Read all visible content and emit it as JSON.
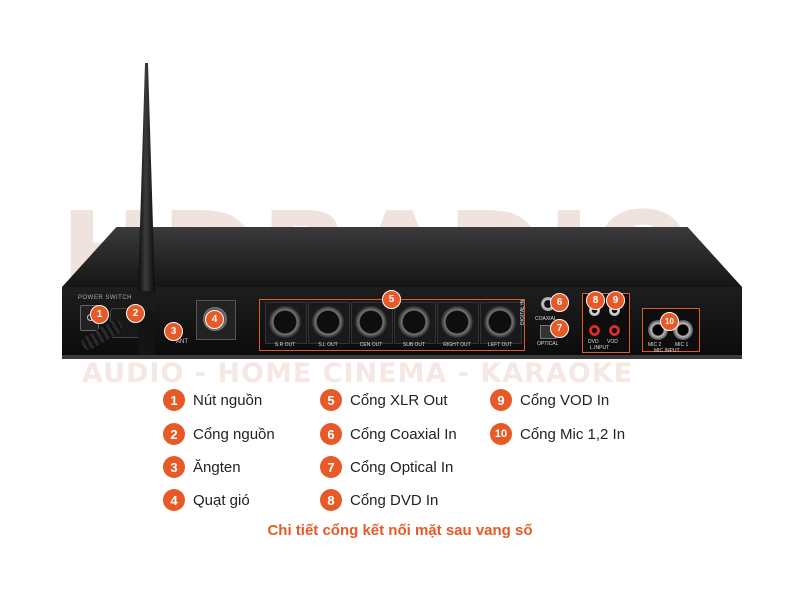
{
  "watermark": {
    "brand": "HDRADIO",
    "tagline": "AUDIO - HOME CINEMA - KARAOKE"
  },
  "device": {
    "power_switch_label": "POWER SWITCH",
    "antenna_label": "ANT",
    "xlr_outputs": [
      "S.R OUT",
      "S.L OUT",
      "CEN OUT",
      "SUB OUT",
      "RIGHT OUT",
      "LEFT OUT"
    ],
    "digital_in_label": "DIGITAL IN",
    "coaxial_label": "COAXIAL",
    "optical_label": "OPTICAL",
    "dvd_label": "DVD",
    "vod_label": "VOD",
    "line_input_label": "L.INPUT",
    "mic_labels": [
      "MIC 2",
      "MIC 1"
    ],
    "mic_input_label": "MIC INPUT"
  },
  "markers": [
    "1",
    "2",
    "3",
    "4",
    "5",
    "6",
    "7",
    "8",
    "9",
    "10"
  ],
  "legend": [
    {
      "num": "1",
      "label": "Nút nguồn"
    },
    {
      "num": "2",
      "label": "Cổng nguồn"
    },
    {
      "num": "3",
      "label": "Ăngten"
    },
    {
      "num": "4",
      "label": "Quạt gió"
    },
    {
      "num": "5",
      "label": "Cổng XLR Out"
    },
    {
      "num": "6",
      "label": "Cổng Coaxial In"
    },
    {
      "num": "7",
      "label": "Cổng Optical In"
    },
    {
      "num": "8",
      "label": "Cổng DVD In"
    },
    {
      "num": "9",
      "label": "Cổng VOD In"
    },
    {
      "num": "10",
      "label": "Cổng Mic 1,2 In"
    }
  ],
  "caption": "Chi tiết cổng kết nối mặt sau vang số",
  "colors": {
    "accent": "#e75a27",
    "watermark": "#f0e2dc",
    "device": "#111111"
  }
}
